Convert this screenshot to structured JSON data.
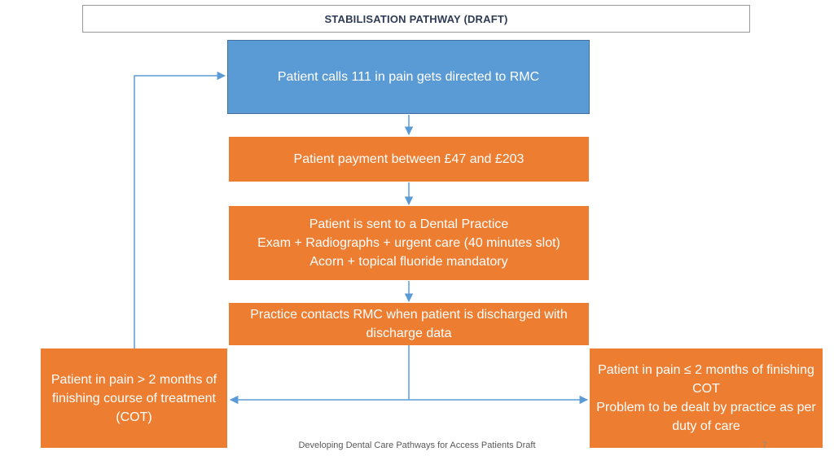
{
  "title": "STABILISATION PATHWAY (DRAFT)",
  "nodes": {
    "call": "Patient calls 111 in pain gets directed to RMC",
    "payment": "Patient payment between £47 and £203",
    "practice": "Patient is sent to a Dental Practice\nExam + Radiographs + urgent care (40 minutes slot)\nAcorn + topical fluoride mandatory",
    "contact": "Practice contacts RMC when patient is discharged with discharge data",
    "over_two_months": "Patient in pain > 2 months of finishing course of treatment (COT)",
    "within_two_months": "Patient in pain ≤ 2 months of finishing COT\nProblem to be dealt by practice as per duty of care"
  },
  "footer": "Developing Dental Care Pathways for Access Patients Draft",
  "page_number": "7",
  "colors": {
    "blue": "#5b9bd5",
    "orange": "#ed7d31",
    "connector": "#5b9bd5"
  }
}
